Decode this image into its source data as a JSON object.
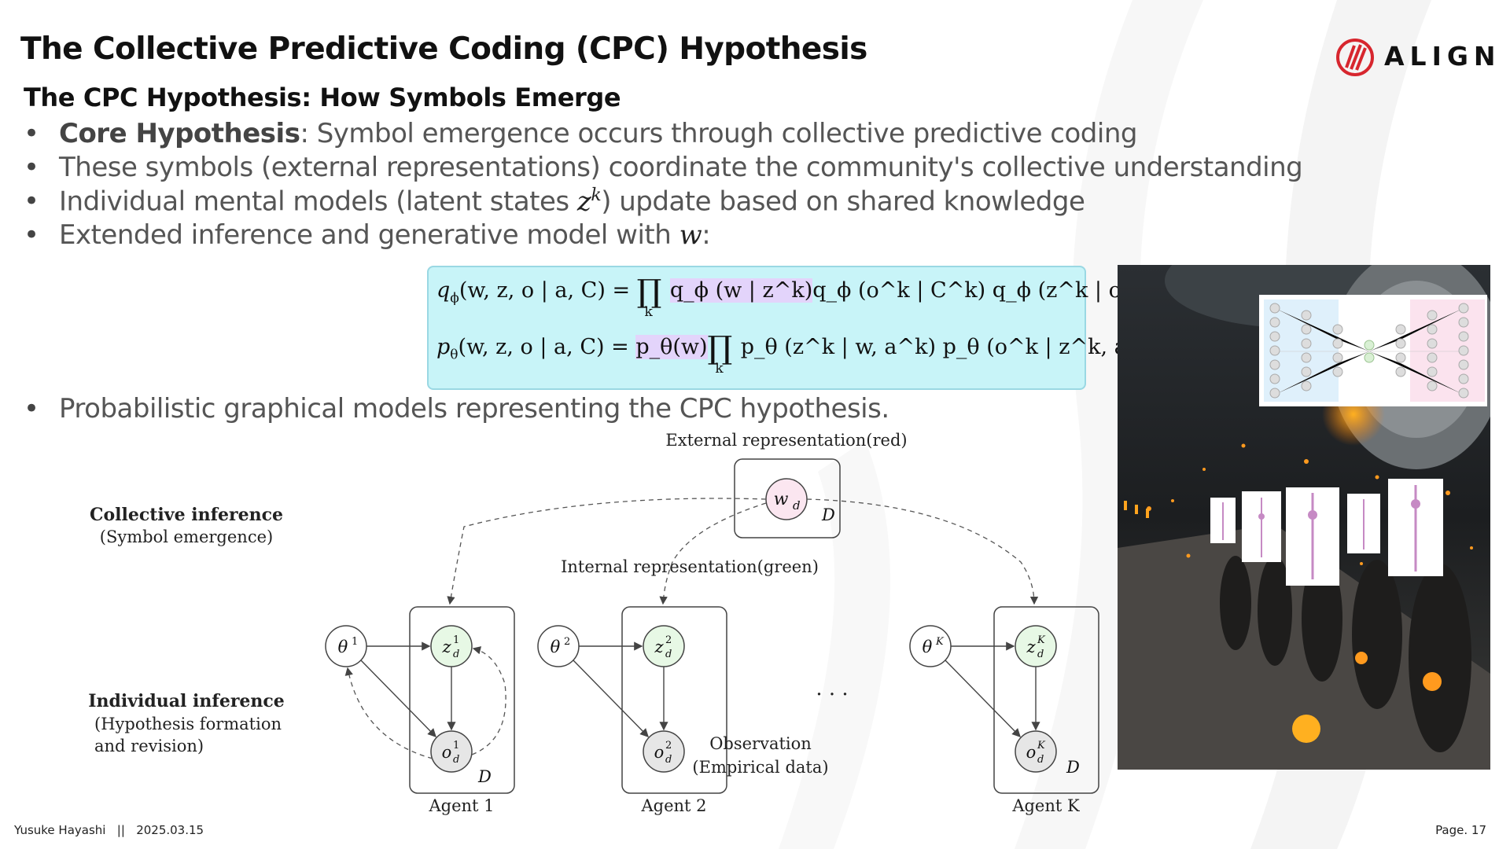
{
  "colors": {
    "formula_bg": "#c8f4f8",
    "highlight_purple": "#e3d4fb",
    "logo_red": "#d7262e",
    "node_green": "#e7f8e5",
    "node_pink": "#fbe6f0",
    "node_gray": "#e6e6e6"
  },
  "header": {
    "title": "The Collective Predictive Coding (CPC) Hypothesis",
    "subtitle": "The CPC Hypothesis: How Symbols Emerge"
  },
  "logo": {
    "text": "ALIGN",
    "icon": "align-logo-icon"
  },
  "bullets": [
    {
      "bold": "Core Hypothesis",
      "text": ": Symbol emergence occurs through collective predictive coding"
    },
    {
      "text": "These symbols (external representations) coordinate the community's collective understanding"
    },
    {
      "text_before": "Individual mental models (latent states ",
      "math": "z",
      "sup": "k",
      "text_after": ") update based on shared knowledge"
    },
    {
      "text_before": "Extended inference and generative model with ",
      "math": "w",
      "text_after": ":"
    }
  ],
  "formula": {
    "line1": {
      "lhs": "q",
      "lhs_sub": "ϕ",
      "lhs_args": "(w, z, o | a, C) = ",
      "product": "∏",
      "product_sub": "k",
      "term1": "q_ϕ (w | z^k)",
      "term2": "q_ϕ (o^k | C^k) q_ϕ (z^k | o^k, a^k)"
    },
    "line2": {
      "lhs": "p",
      "lhs_sub": "θ",
      "lhs_args": "(w, z, o | a, C) = ",
      "term0": "p_θ(w)",
      "product": "∏",
      "product_sub": "k",
      "term1": "p_θ (z^k | w, a^k) p_θ (o^k | z^k, a^k, C^k)."
    }
  },
  "bullet_last": "Probabilistic graphical models representing the CPC hypothesis.",
  "diagram": {
    "external_label": "External representation(red)",
    "internal_label": "Internal representation(green)",
    "collective_title": "Collective inference",
    "collective_sub": "(Symbol emergence)",
    "individual_title": "Individual inference",
    "individual_sub1": "(Hypothesis formation",
    "individual_sub2": "and revision)",
    "observation_1": "Observation",
    "observation_2": "(Empirical data)",
    "w_node": "w",
    "w_sub": "d",
    "plate_d": "D",
    "ellipsis": "· · ·",
    "agents": [
      {
        "label": "Agent 1",
        "theta": "θ",
        "theta_sup": "1",
        "z": "z",
        "z_sup": "1",
        "z_sub": "d",
        "o": "o",
        "o_sup": "1",
        "o_sub": "d",
        "plate": "D"
      },
      {
        "label": "Agent 2",
        "theta": "θ",
        "theta_sup": "2",
        "z": "z",
        "z_sup": "2",
        "z_sub": "d",
        "o": "o",
        "o_sup": "2",
        "o_sub": "d",
        "plate": ""
      },
      {
        "label": "Agent K",
        "theta": "θ",
        "theta_sup": "K",
        "z": "z",
        "z_sup": "K",
        "z_sub": "d",
        "o": "o",
        "o_sup": "K",
        "o_sub": "d",
        "plate": "D"
      }
    ]
  },
  "footer": {
    "author": "Yusuke Hayashi",
    "separator": "||",
    "date": "2025.03.15",
    "page": "Page. 17"
  }
}
